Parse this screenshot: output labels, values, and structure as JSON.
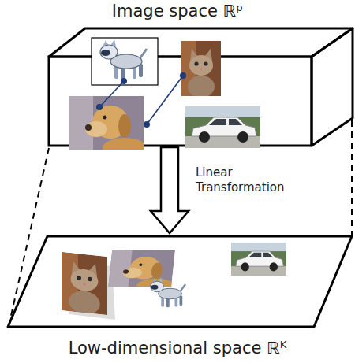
{
  "diagram": {
    "nodes": [
      {
        "text": [
          "Image space ℝᵖ"
        ]
      },
      {
        "text": [
          "Low-dimensional space ℝᴷ"
        ]
      }
    ],
    "edges": [
      {
        "from": 0,
        "to": 1,
        "arrow": "to",
        "label": "Linear Transformation"
      }
    ]
  }
}
